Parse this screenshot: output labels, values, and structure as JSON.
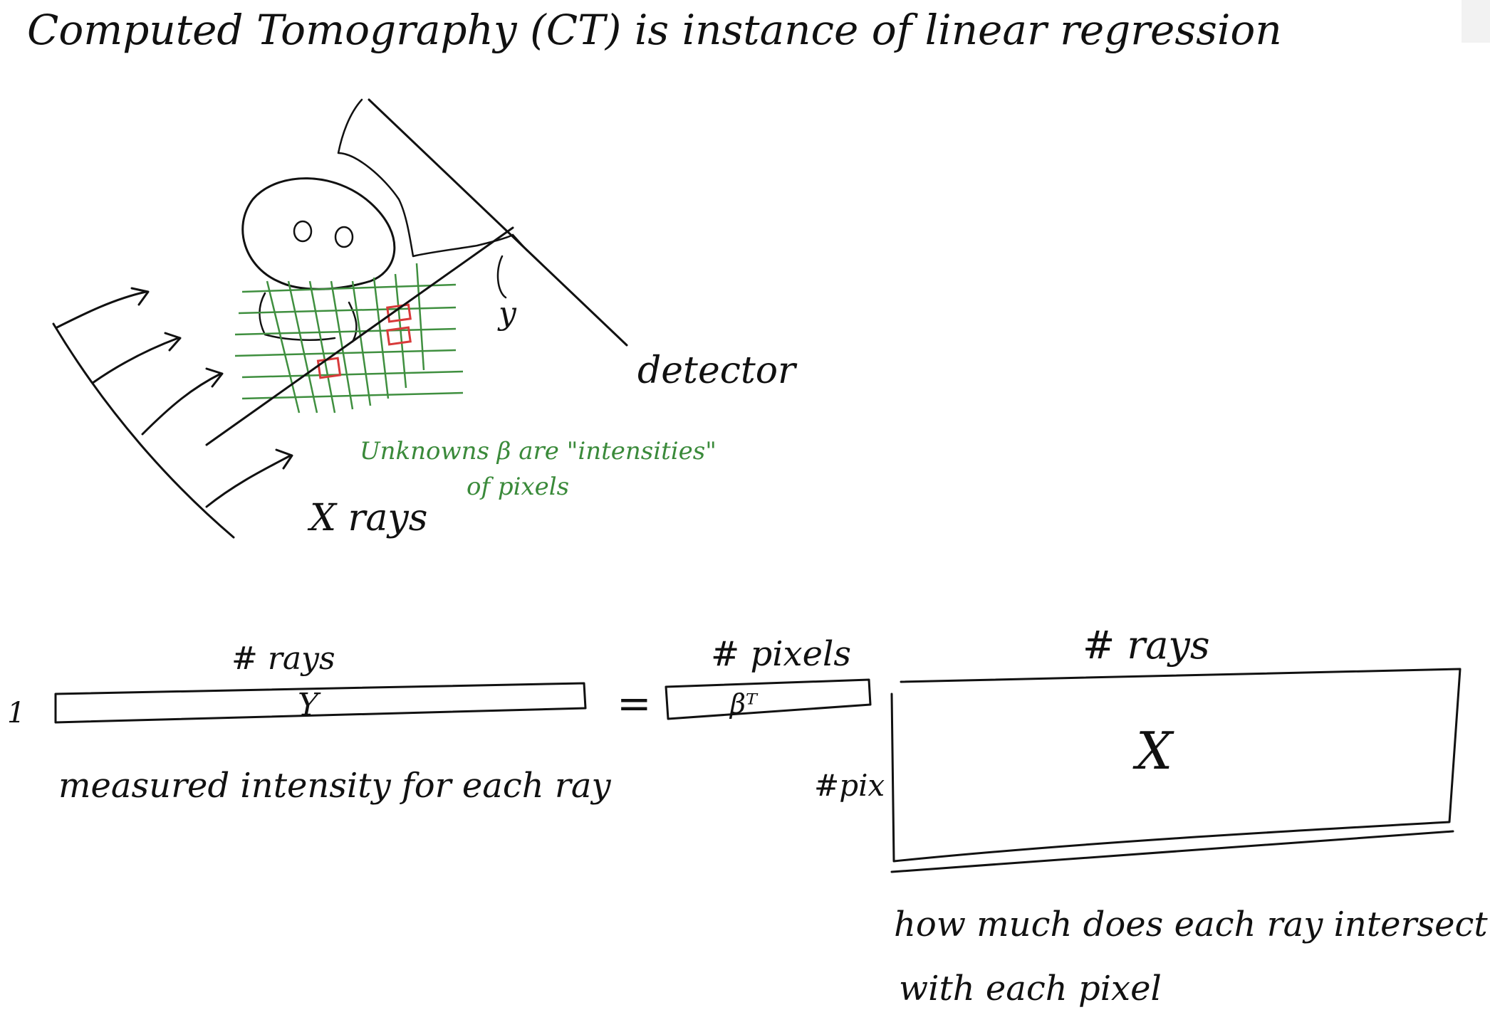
{
  "title": "Computed Tomography (CT) is instance of linear regression",
  "figure": {
    "label_y": "y",
    "label_detector": "detector",
    "label_xrays": "X rays",
    "green_note_line1": "Unknowns β are \"intensities\"",
    "green_note_line2": "of pixels"
  },
  "equation": {
    "row_label": "1",
    "y_header": "# rays",
    "y_symbol": "Y",
    "equals": "=",
    "beta_header": "# pixels",
    "beta_symbol": "βᵀ",
    "x_header": "# rays",
    "x_row_label": "#pix",
    "x_symbol": "X",
    "y_caption": "measured intensity for each ray",
    "x_caption_line1": "how much does each ray intersect",
    "x_caption_line2": "with each pixel"
  },
  "colors": {
    "ink": "#111111",
    "green_grid": "#3f8f3f",
    "red_pixel": "#d83a3a"
  }
}
